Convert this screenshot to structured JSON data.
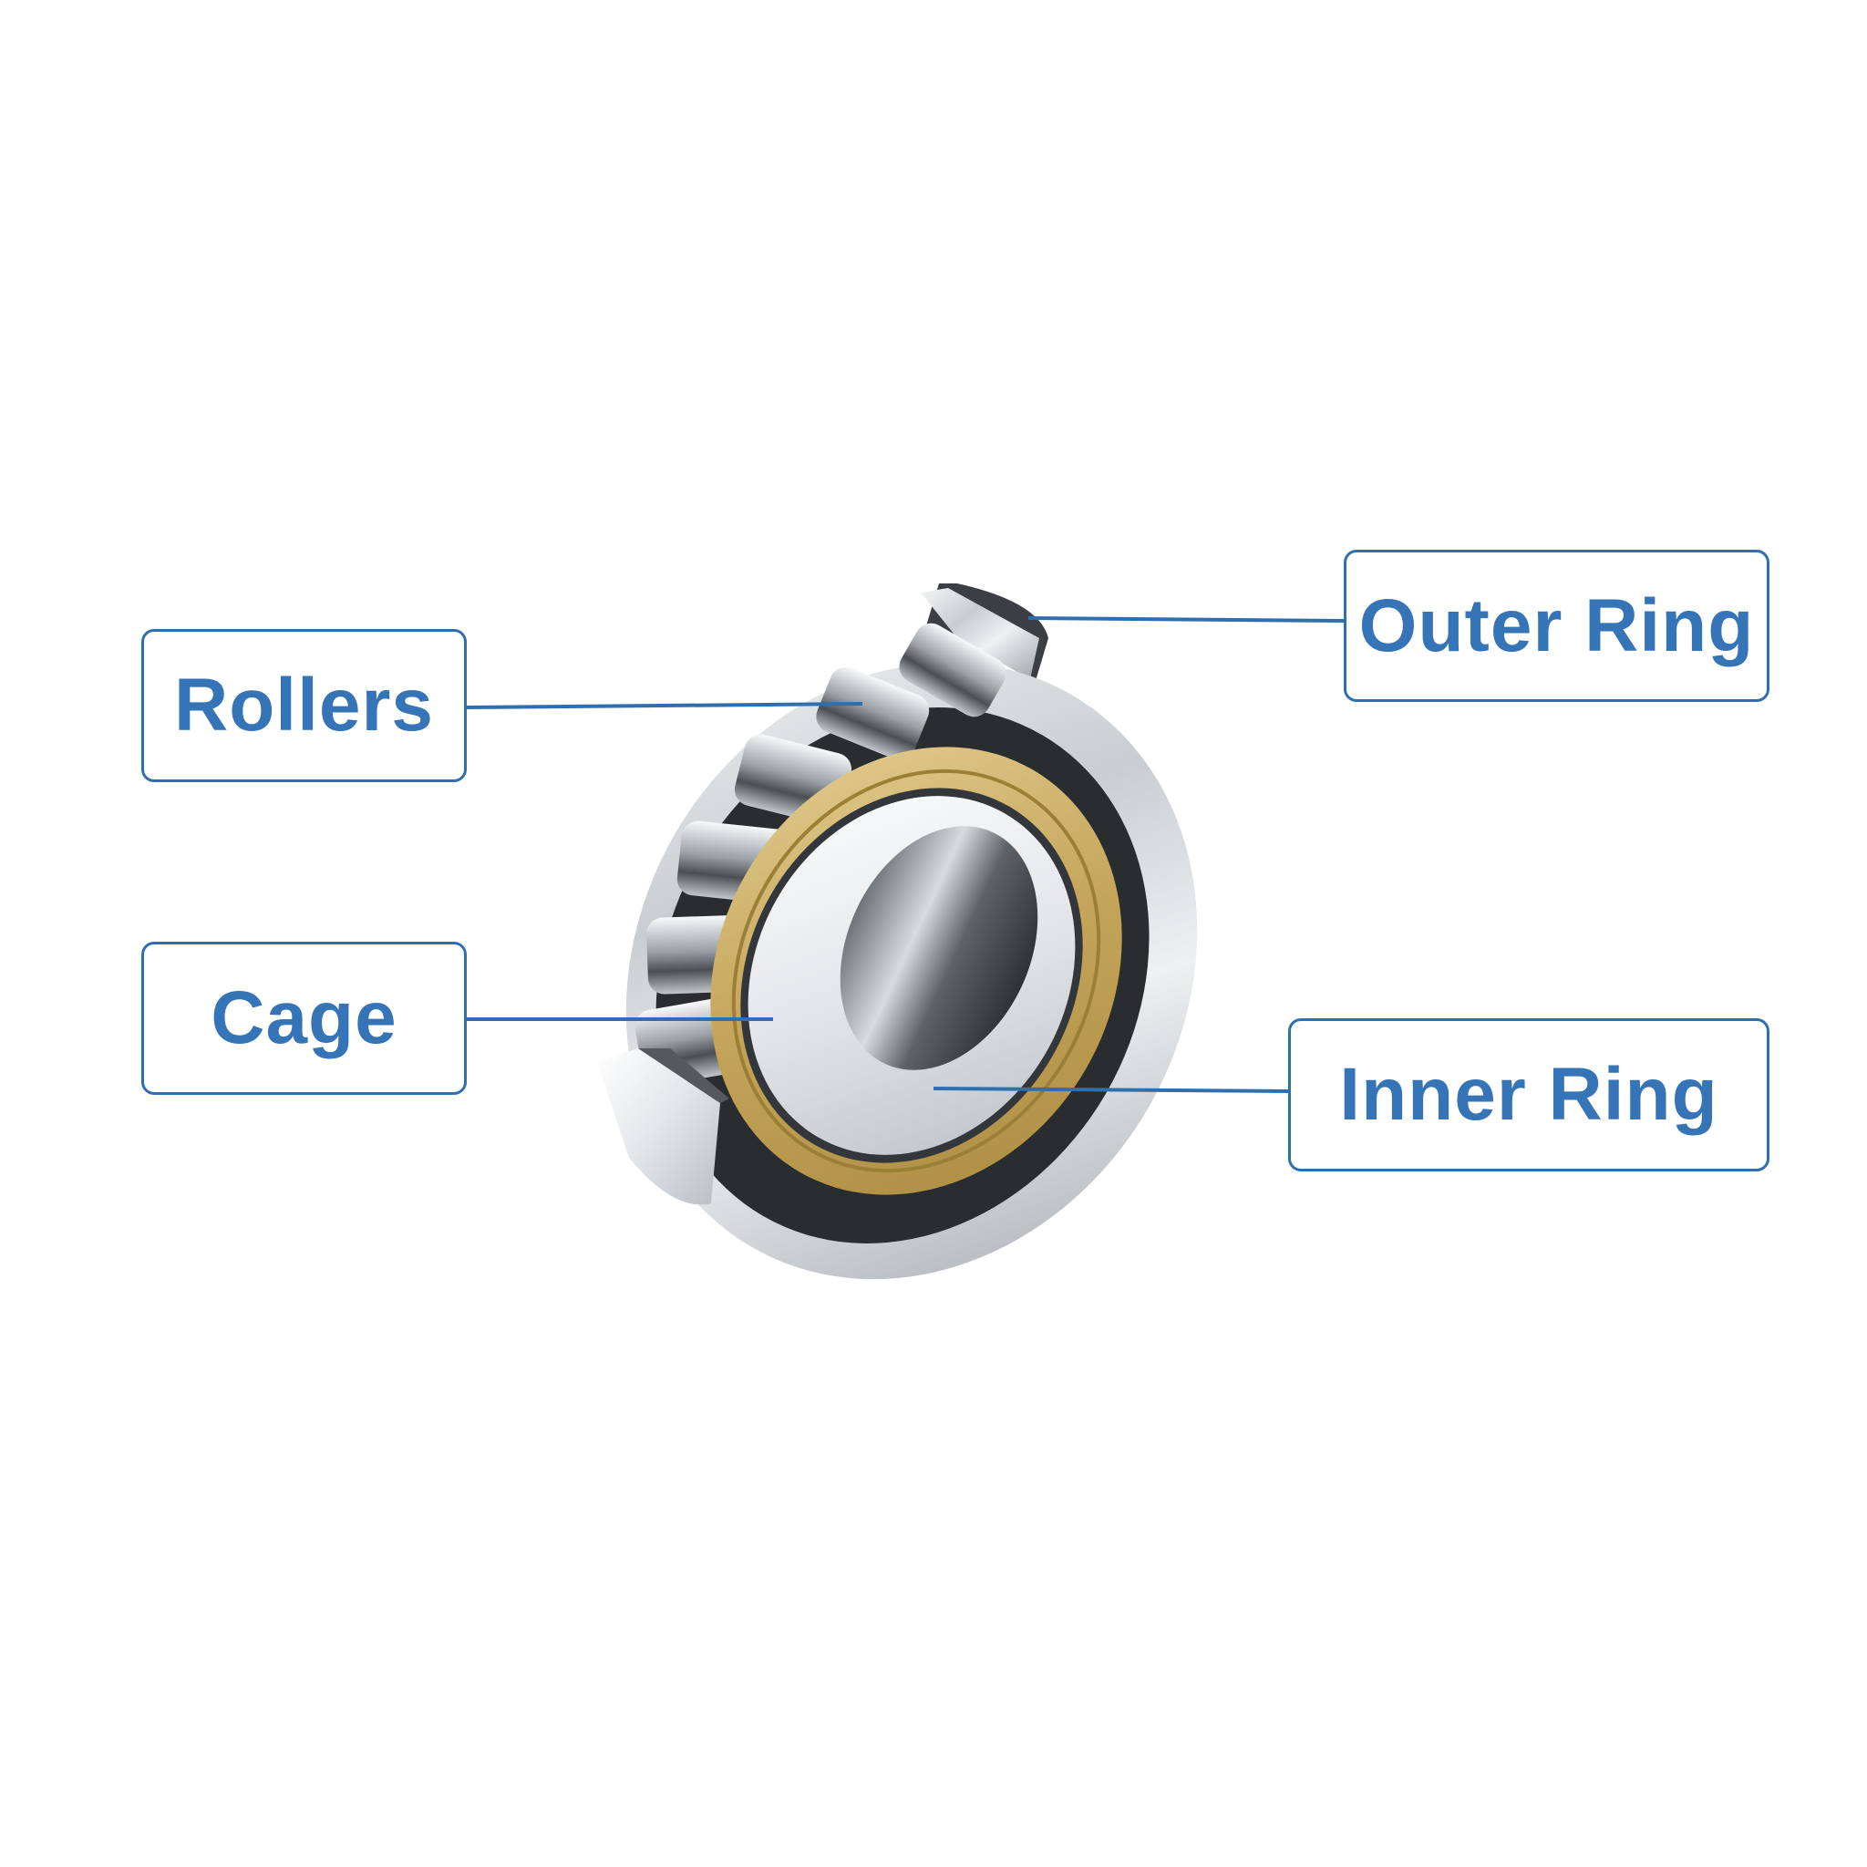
{
  "labels": {
    "rollers": "Rollers",
    "cage": "Cage",
    "outer_ring": "Outer Ring",
    "inner_ring": "Inner Ring"
  },
  "colors": {
    "label_text": "#3574b6",
    "label_border": "#2f6eaf",
    "leader_line": "#2f6eaf",
    "cage_brass": "#c9ab5a",
    "steel": "#c8ccd0"
  }
}
